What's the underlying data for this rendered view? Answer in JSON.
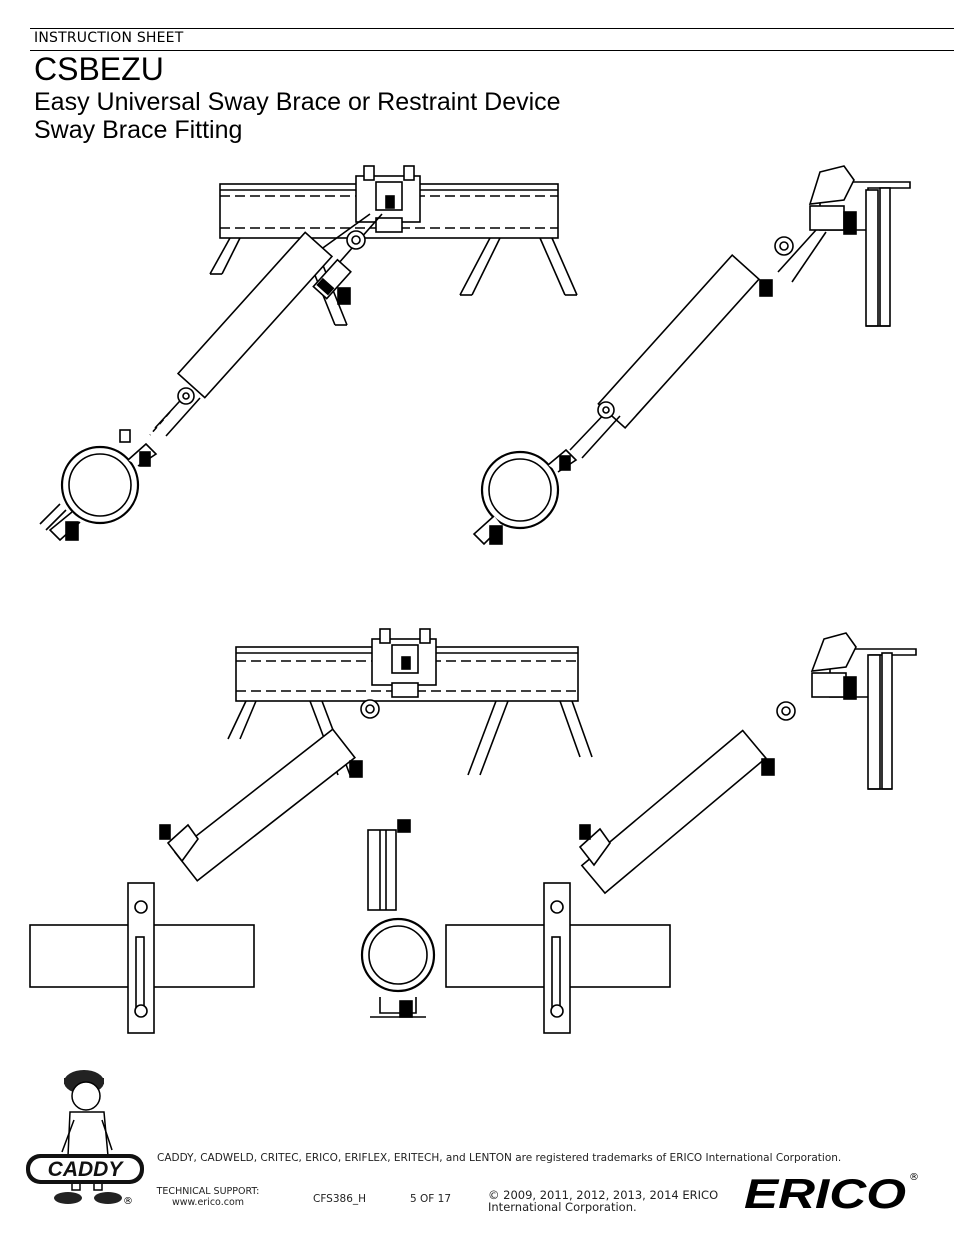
{
  "header": {
    "sheet_label": "INSTRUCTION SHEET",
    "product_code": "CSBEZU",
    "subtitle_line1": "Easy Universal Sway Brace or Restraint Device",
    "subtitle_line2": "Sway Brace Fitting"
  },
  "footer": {
    "trademark_notice": "CADDY, CADWELD, CRITEC, ERICO, ERIFLEX, ERITECH, and LENTON are registered trademarks of ERICO International Corporation.",
    "support_label": "TECHNICAL SUPPORT:",
    "support_url": "www.erico.com",
    "document_number": "CFS386_H",
    "page_indicator": "5 OF 17",
    "copyright_line1": "© 2009, 2011, 2012, 2013, 2014 ERICO",
    "copyright_line2": "International Corporation.",
    "caddy_logo_text": "CADDY",
    "erico_logo_text": "ERICO",
    "registered_mark": "®"
  }
}
